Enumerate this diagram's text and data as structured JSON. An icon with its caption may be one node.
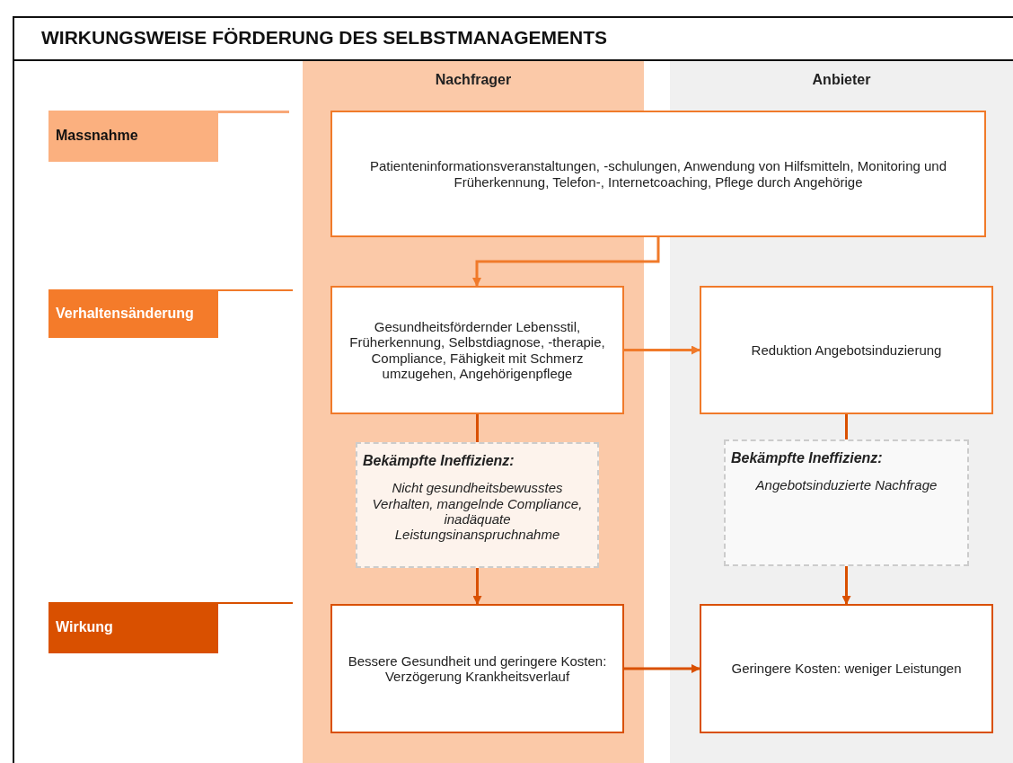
{
  "diagram": {
    "title": "WIRKUNGSWEISE FÖRDERUNG DES SELBSTMANAGEMENTS",
    "nodes": [
      {
        "text": [
          "Nachfrager"
        ]
      },
      {
        "text": [
          "Anbieter"
        ]
      },
      {
        "text": [
          "Massnahme"
        ]
      },
      {
        "text": [
          "Verhaltensänderung"
        ]
      },
      {
        "text": [
          "Wirkung"
        ]
      },
      {
        "text": [
          "Patienteninformationsveranstaltungen, -schulungen, Anwendung von Hilfsmitteln, Monitoring und Früherkennung, Telefon-, Internetcoaching, Pflege durch Angehörige"
        ]
      },
      {
        "text": [
          "Gesundheitsfördernder Lebensstil, Früherkennung, Selbstdiagnose, -therapie, Compliance, Fähigkeit mit Schmerz umzugehen, Angehörigenpflege"
        ],
        "in": 0
      },
      {
        "text": [
          "Reduktion Angebotsinduzierung"
        ],
        "in": 1
      },
      {
        "text": [
          "Bekämpfte Ineffizienz:",
          "Nicht gesundheitsbewusstes Verhalten, mangelnde Compliance, inadäquate Leistungsinanspruchnahme"
        ],
        "in": 0
      },
      {
        "text": [
          "Bekämpfte Ineffizienz:",
          "Angebotsinduzierte Nachfrage"
        ],
        "in": 1
      },
      {
        "text": [
          "Bessere Gesundheit und geringere Kosten: Verzögerung Krankheitsverlauf"
        ],
        "in": 0
      },
      {
        "text": [
          "Geringere Kosten: weniger Leistungen"
        ],
        "in": 1
      }
    ],
    "edges": [
      {
        "from": 5,
        "to": 6,
        "arrow": "to",
        "color": "#f07a2a"
      },
      {
        "from": 6,
        "to": 7,
        "arrow": "to",
        "color": "#f07a2a"
      },
      {
        "from": 6,
        "to": 8,
        "arrow": "none"
      },
      {
        "from": 8,
        "to": 10,
        "arrow": "to"
      },
      {
        "from": 7,
        "to": 9,
        "arrow": "none"
      },
      {
        "from": 9,
        "to": 11,
        "arrow": "to"
      },
      {
        "from": 10,
        "to": 11,
        "arrow": "to"
      }
    ]
  }
}
